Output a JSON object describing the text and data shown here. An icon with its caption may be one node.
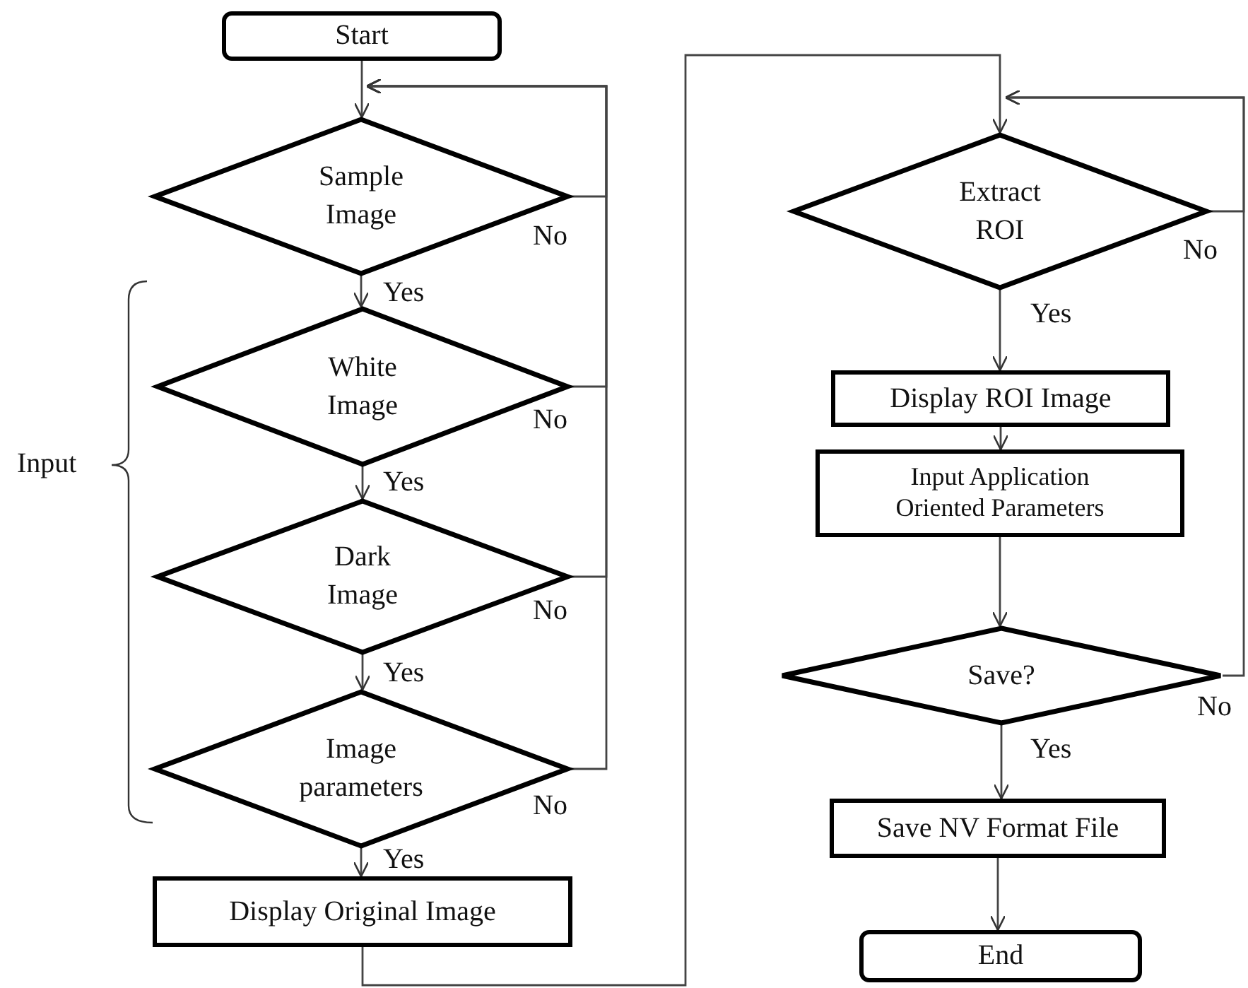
{
  "diagram": {
    "nodes": [
      {
        "text": [
          "Start"
        ]
      },
      {
        "text": [
          "Sample Image"
        ]
      },
      {
        "text": [
          "White Image"
        ]
      },
      {
        "text": [
          "Dark Image"
        ]
      },
      {
        "text": [
          "Image parameters"
        ]
      },
      {
        "text": [
          "Display Original Image"
        ]
      },
      {
        "text": [
          "Extract ROI"
        ]
      },
      {
        "text": [
          "Display ROI Image"
        ]
      },
      {
        "text": [
          "Input Application Oriented Parameters"
        ]
      },
      {
        "text": [
          "Save?"
        ]
      },
      {
        "text": [
          "Save NV Format File"
        ]
      },
      {
        "text": [
          "End"
        ]
      }
    ],
    "edges": [
      {
        "from": 0,
        "to": 1,
        "arrow": "to"
      },
      {
        "from": 1,
        "to": 2,
        "arrow": "to",
        "label": "Yes"
      },
      {
        "from": 1,
        "to": 1,
        "arrow": "to",
        "label": "No"
      },
      {
        "from": 2,
        "to": 3,
        "arrow": "to",
        "label": "Yes"
      },
      {
        "from": 2,
        "to": 1,
        "arrow": "to",
        "label": "No"
      },
      {
        "from": 3,
        "to": 4,
        "arrow": "to",
        "label": "Yes"
      },
      {
        "from": 3,
        "to": 1,
        "arrow": "to",
        "label": "No"
      },
      {
        "from": 4,
        "to": 5,
        "arrow": "to",
        "label": "Yes"
      },
      {
        "from": 4,
        "to": 1,
        "arrow": "to",
        "label": "No"
      },
      {
        "from": 5,
        "to": 6,
        "arrow": "to"
      },
      {
        "from": 6,
        "to": 7,
        "arrow": "to",
        "label": "Yes"
      },
      {
        "from": 6,
        "to": 6,
        "arrow": "to",
        "label": "No"
      },
      {
        "from": 7,
        "to": 8,
        "arrow": "to"
      },
      {
        "from": 8,
        "to": 9,
        "arrow": "to"
      },
      {
        "from": 9,
        "to": 10,
        "arrow": "to",
        "label": "Yes"
      },
      {
        "from": 9,
        "to": 6,
        "arrow": "to",
        "label": "No"
      },
      {
        "from": 10,
        "to": 11,
        "arrow": "to"
      }
    ],
    "labels": [
      "Input"
    ]
  }
}
